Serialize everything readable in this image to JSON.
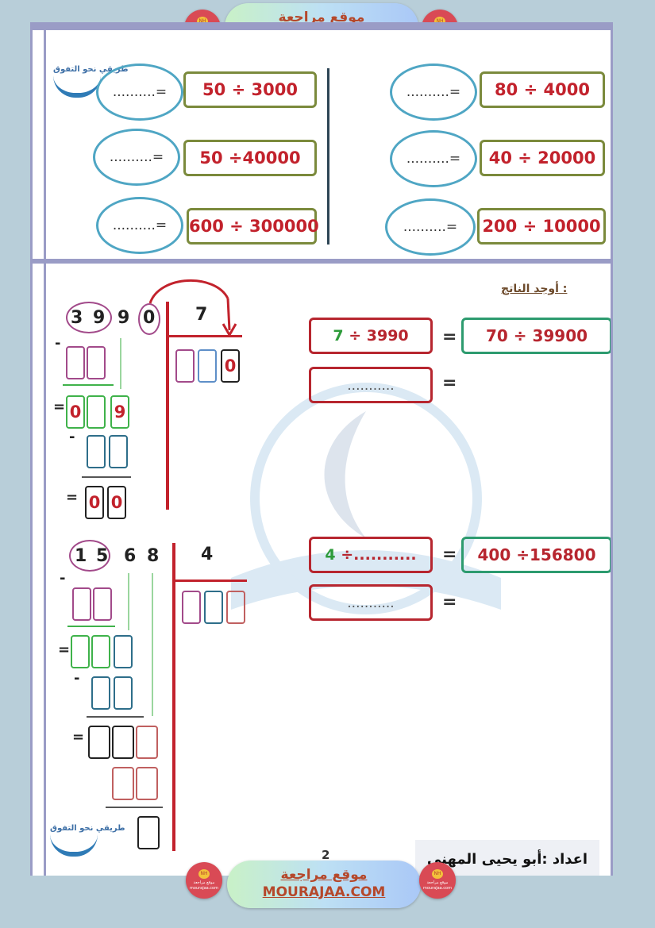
{
  "site": {
    "arabic": "موقع مراجعة",
    "latin": "MOURAJAA.COM",
    "badge_top": "موقع مراجعة",
    "badge_bottom": "mourajaa.com",
    "badge_icon": "NH"
  },
  "logo": {
    "text": "طريقي نحو التفوق"
  },
  "top_exercises": [
    {
      "expr": "50 ÷ 3000",
      "answer": "..........="
    },
    {
      "expr": "50 ÷40000",
      "answer": "..........="
    },
    {
      "expr": "600 ÷ 300000",
      "answer": "..........="
    },
    {
      "expr": "80 ÷ 4000",
      "answer": "..........="
    },
    {
      "expr": "40 ÷ 20000",
      "answer": "..........="
    },
    {
      "expr": "200 ÷ 10000",
      "answer": "..........="
    }
  ],
  "section": {
    "title": "أوجد الناتج :"
  },
  "problem1": {
    "dividend": [
      "3",
      "9",
      "9",
      "0"
    ],
    "divisor": "7",
    "quotient_last": "0",
    "step1_result": [
      "0",
      "9"
    ],
    "step2_result": [
      "0",
      "0"
    ],
    "minus": "-",
    "equals": "=",
    "left_expr_num": "7",
    "left_expr_rest": "÷ 3990",
    "right_expr": "70 ÷ 39900",
    "blank": "...........",
    "eq": "="
  },
  "problem2": {
    "dividend": [
      "1",
      "5",
      "6",
      "8"
    ],
    "divisor": "4",
    "left_expr_num": "4",
    "left_expr_rest": "÷...........",
    "right_expr": "400 ÷156800",
    "blank": "...........",
    "eq": "=",
    "minus": "-",
    "equals": "="
  },
  "footer": {
    "author": "اعداد :أبو يحيى المهني",
    "page": "2"
  }
}
